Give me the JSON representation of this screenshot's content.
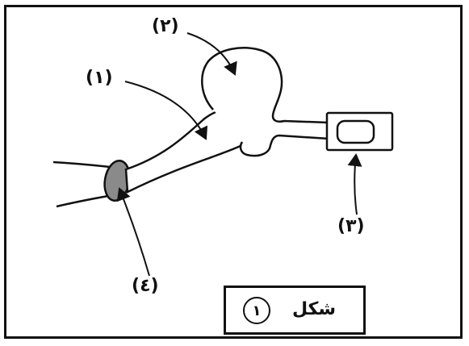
{
  "diagram": {
    "labels": {
      "part1": "(١)",
      "part2": "(٢)",
      "part3": "(٣)",
      "part4": "(٤)"
    },
    "caption": {
      "word": "شكل",
      "number": "١"
    },
    "colors": {
      "stroke": "#111111",
      "fill_part4": "#8a8a8a",
      "background": "#ffffff"
    }
  }
}
